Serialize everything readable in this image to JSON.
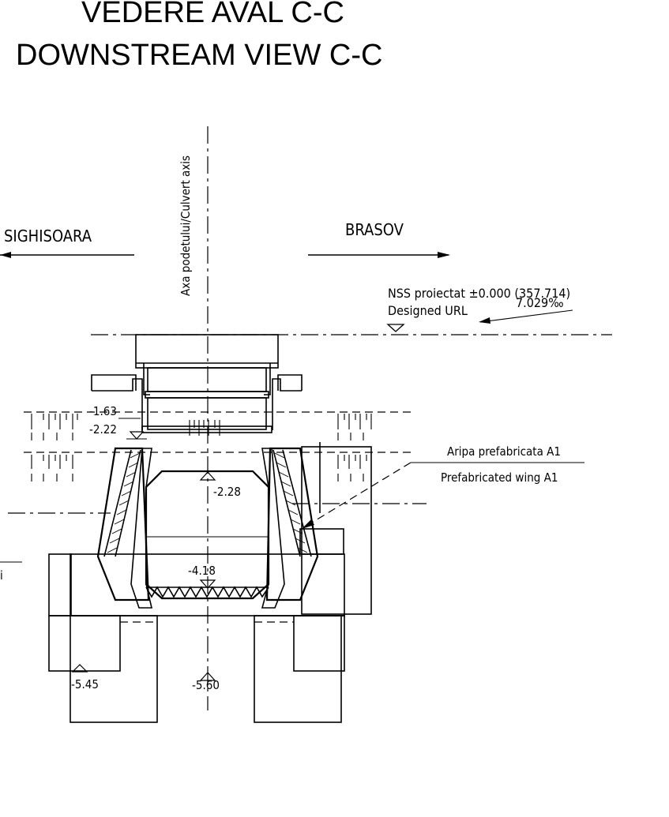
{
  "title": {
    "line1": "VEDERE AVAL  C-C",
    "line2": "DOWNSTREAM VIEW  C-C"
  },
  "directions": {
    "left": "SIGHISOARA",
    "right": "BRASOV"
  },
  "axis_label": "Axa podetului/Culvert axis",
  "road_level": {
    "label_ro": "NSS proiectat ±0.000 (357.714)",
    "label_en": "Designed URL",
    "slope": "7.029‰"
  },
  "wing_note": {
    "label_ro": "Aripa prefabricata A1",
    "label_en": "Prefabricated wing A1"
  },
  "levels": {
    "l1": "-1.63",
    "l2": "-2.22",
    "l3": "-2.28",
    "l4": "-4.18",
    "l5": "-5.45",
    "l6": "-5.60"
  },
  "edge_mark": "i"
}
